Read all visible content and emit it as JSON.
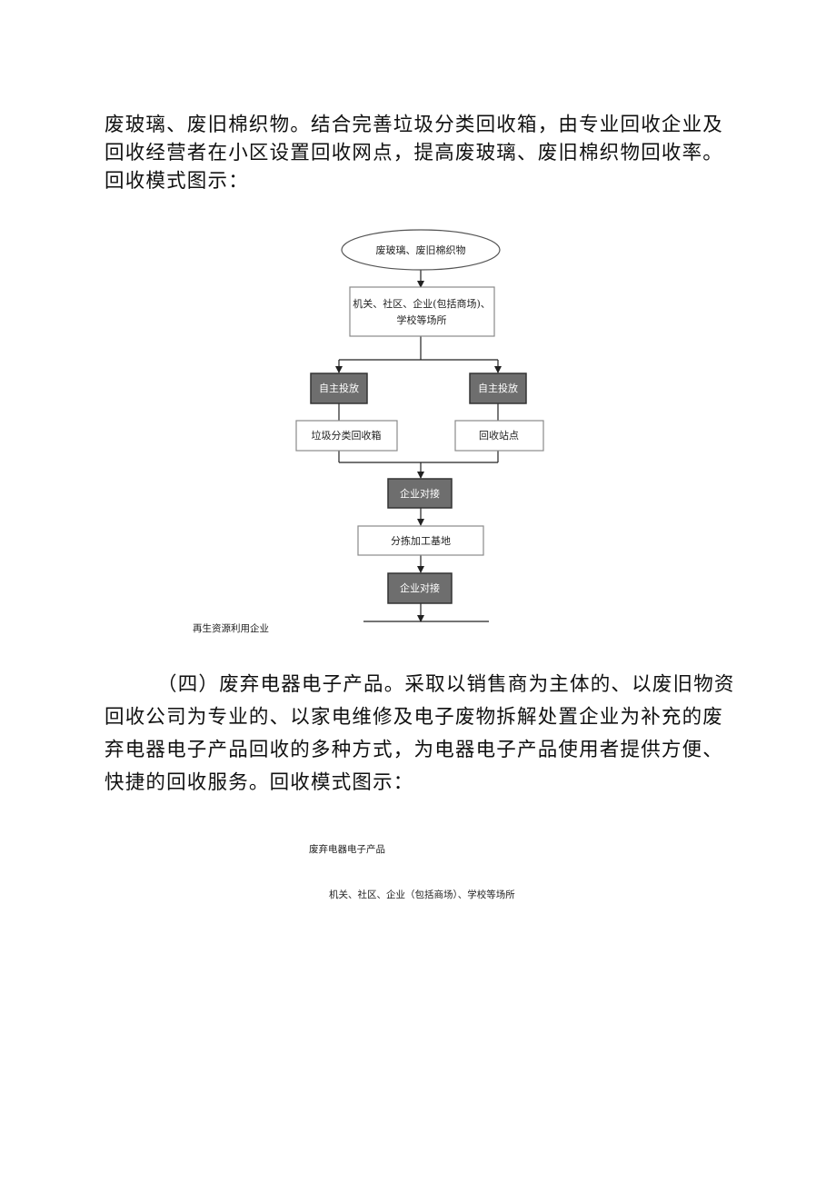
{
  "para1": "废玻璃、废旧棉织物。结合完善垃圾分类回收箱，由专业回收企业及回收经营者在小区设置回收网点，提高废玻璃、废旧棉织物回收率。回收模式图示：",
  "flow1": {
    "start": "废玻璃、废旧棉织物",
    "sources_line1": "机关、社区、企业(包括商场)、",
    "sources_line2": "学校等场所",
    "self_drop_left": "自主投放",
    "self_drop_right": "自主投放",
    "bin": "垃圾分类回收箱",
    "station": "回收站点",
    "dock1": "企业对接",
    "sorting": "分拣加工基地",
    "dock2": "企业对接",
    "end": "再生资源利用企业"
  },
  "para2": "（四）废弃电器电子产品。采取以销售商为主体的、以废旧物资回收公司为专业的、以家电维修及电子废物拆解处置企业为补充的废弃电器电子产品回收的多种方式，为电器电子产品使用者提供方便、快捷的回收服务。回收模式图示：",
  "flow2": {
    "title": "废弃电器电子产品",
    "sources": "机关、社区、企业（包括商场）、学校等场所"
  },
  "colors": {
    "dark_box": "#6e6e6e",
    "border": "#8a8a8a",
    "line": "#222222"
  }
}
